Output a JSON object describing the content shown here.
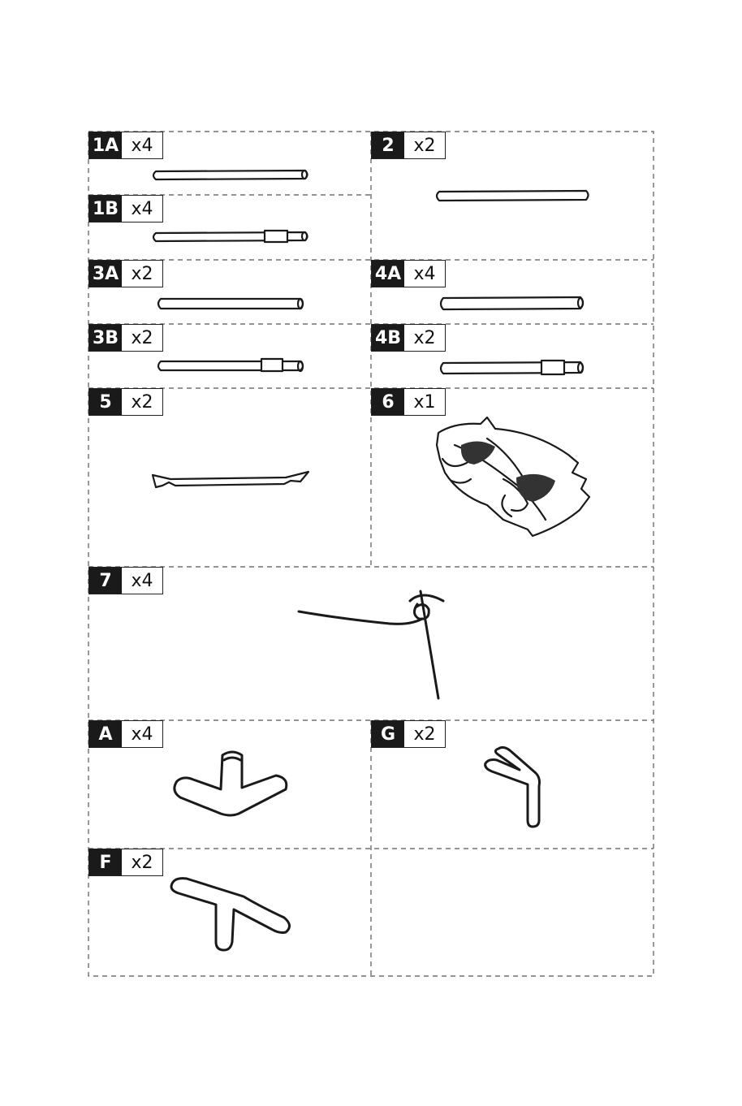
{
  "parts": {
    "p1a": {
      "code": "1A",
      "qty": "x4"
    },
    "p1b": {
      "code": "1B",
      "qty": "x4"
    },
    "p2": {
      "code": "2",
      "qty": "x2"
    },
    "p3a": {
      "code": "3A",
      "qty": "x2"
    },
    "p3b": {
      "code": "3B",
      "qty": "x2"
    },
    "p4a": {
      "code": "4A",
      "qty": "x4"
    },
    "p4b": {
      "code": "4B",
      "qty": "x2"
    },
    "p5": {
      "code": "5",
      "qty": "x2"
    },
    "p6": {
      "code": "6",
      "qty": "x1"
    },
    "p7": {
      "code": "7",
      "qty": "x4"
    },
    "pA": {
      "code": "A",
      "qty": "x4"
    },
    "pG": {
      "code": "G",
      "qty": "x2"
    },
    "pF": {
      "code": "F",
      "qty": "x2"
    }
  },
  "colors": {
    "ink": "#1a1a1a",
    "dash": "#555555",
    "paper": "#ffffff"
  }
}
